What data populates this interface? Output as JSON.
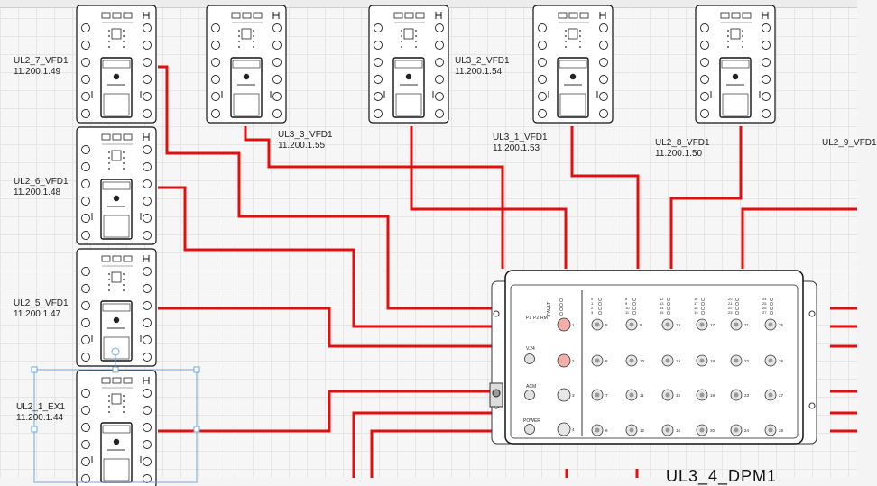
{
  "vfds": [
    {
      "id": "UL2_7_VFD1",
      "ip": "11.200.1.49"
    },
    {
      "id": "UL2_6_VFD1",
      "ip": "11.200.1.48"
    },
    {
      "id": "UL2_5_VFD1",
      "ip": "11.200.1.47"
    },
    {
      "id": "UL2_1_EX1",
      "ip": "11.200.1.44"
    },
    {
      "id": "UL3_3_VFD1",
      "ip": "11.200.1.55"
    },
    {
      "id": "UL3_2_VFD1",
      "ip": "11.200.1.54"
    },
    {
      "id": "UL3_1_VFD1",
      "ip": "11.200.1.53"
    },
    {
      "id": "UL2_8_VFD1",
      "ip": "11.200.1.50"
    },
    {
      "id": "UL2_9_VFD1",
      "ip": ""
    }
  ],
  "dpm": {
    "title": "UL3_4_DPM1",
    "side_labels": {
      "p1": "P1",
      "p2": "P2",
      "rm": "RM",
      "fault": "FAULT",
      "v24": "V.24",
      "acm": "ACM",
      "power": "POWER"
    },
    "port_numbers": [
      "5",
      "9",
      "13",
      "17",
      "21",
      "25",
      "6",
      "10",
      "14",
      "18",
      "22",
      "26",
      "7",
      "11",
      "15",
      "19",
      "23",
      "27",
      "8",
      "12",
      "16",
      "20",
      "24",
      "28"
    ],
    "left_ports": [
      "1",
      "2",
      "3",
      "4"
    ],
    "top_led_groups": [
      [
        "0",
        "1",
        "2",
        "3"
      ],
      [
        "8",
        "9",
        "10",
        "11"
      ],
      [
        "12",
        "13",
        "14",
        "15"
      ],
      [
        "16",
        "17",
        "18",
        "19"
      ],
      [
        "20",
        "21",
        "22",
        "23"
      ],
      [
        "24",
        "25",
        "26",
        "27"
      ]
    ]
  },
  "colors": {
    "wire": "#e01010",
    "outline": "#111111",
    "selection": "#6fa8dc",
    "background": "#f6f6f6"
  }
}
